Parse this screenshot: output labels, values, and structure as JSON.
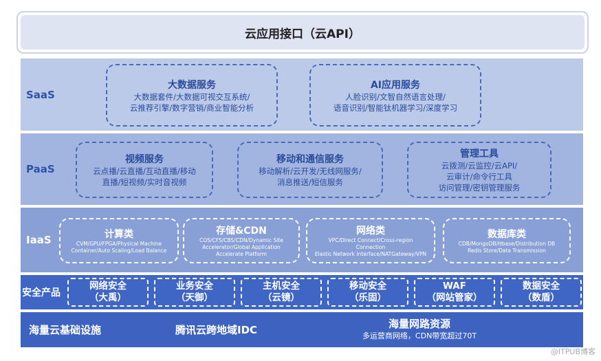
{
  "api": {
    "title": "云应用接口（云API）"
  },
  "saas": {
    "label": "SaaS",
    "boxes": [
      {
        "title": "大数据服务",
        "lines": [
          "大数据套件/大数据可视交互系统/",
          "云推荐引擎/数字营销/商业智能分析"
        ]
      },
      {
        "title": "AI应用服务",
        "lines": [
          "人脸识别/文智自然语言处理/",
          "语音识别/智能钛机器学习/深度学习"
        ]
      }
    ]
  },
  "paas": {
    "label": "PaaS",
    "boxes": [
      {
        "title": "视频服务",
        "lines": [
          "云点播/云直播/互动直播/移动",
          "直播/短视频/实时音视频"
        ]
      },
      {
        "title": "移动和通信服务",
        "lines": [
          "移动解析/云开发/无线网服务/",
          "消息推送/短信服务"
        ]
      },
      {
        "title": "管理工具",
        "lines": [
          "云拨测/云监控/云API/",
          "云审计/命令行工具",
          "访问管理/密钥管理服务"
        ]
      }
    ]
  },
  "iaas": {
    "label": "IaaS",
    "boxes": [
      {
        "title": "计算类",
        "lines": [
          "CVM/GPU/FPGA/Physical Machine",
          "Container/Auto Scaling/Load Balance"
        ]
      },
      {
        "title": "存储&CDN",
        "lines": [
          "COS/CFS/CBS/CDN/Dynamic Site",
          "Accelerator/Global Application",
          "Accelerate Platform"
        ]
      },
      {
        "title": "网络类",
        "lines": [
          "VPC/Direct Connect/Cross-region",
          "Connection",
          "Elastic Network Interface/NATGateway/VPN"
        ]
      },
      {
        "title": "数据库类",
        "lines": [
          "CDB/MongoDB/Hbase/Distribution DB",
          "Redis Store/Data Transmission"
        ]
      }
    ]
  },
  "security": {
    "label": "安全产品",
    "boxes": [
      {
        "title": "网络安全",
        "sub": "（大禹）"
      },
      {
        "title": "业务安全",
        "sub": "（天御）"
      },
      {
        "title": "主机安全",
        "sub": "（云镜）"
      },
      {
        "title": "移动安全",
        "sub": "（乐固）"
      },
      {
        "title": "WAF",
        "sub": "（网站管家）"
      },
      {
        "title": "数据安全",
        "sub": "（数盾）"
      }
    ]
  },
  "base": {
    "item1": "海量云基础设施",
    "item2": "腾讯云跨地域IDC",
    "item3_title": "海量网路资源",
    "item3_sub": "多运营商网络，CDN带宽超过70T"
  },
  "watermark": "@ITPUB博客"
}
